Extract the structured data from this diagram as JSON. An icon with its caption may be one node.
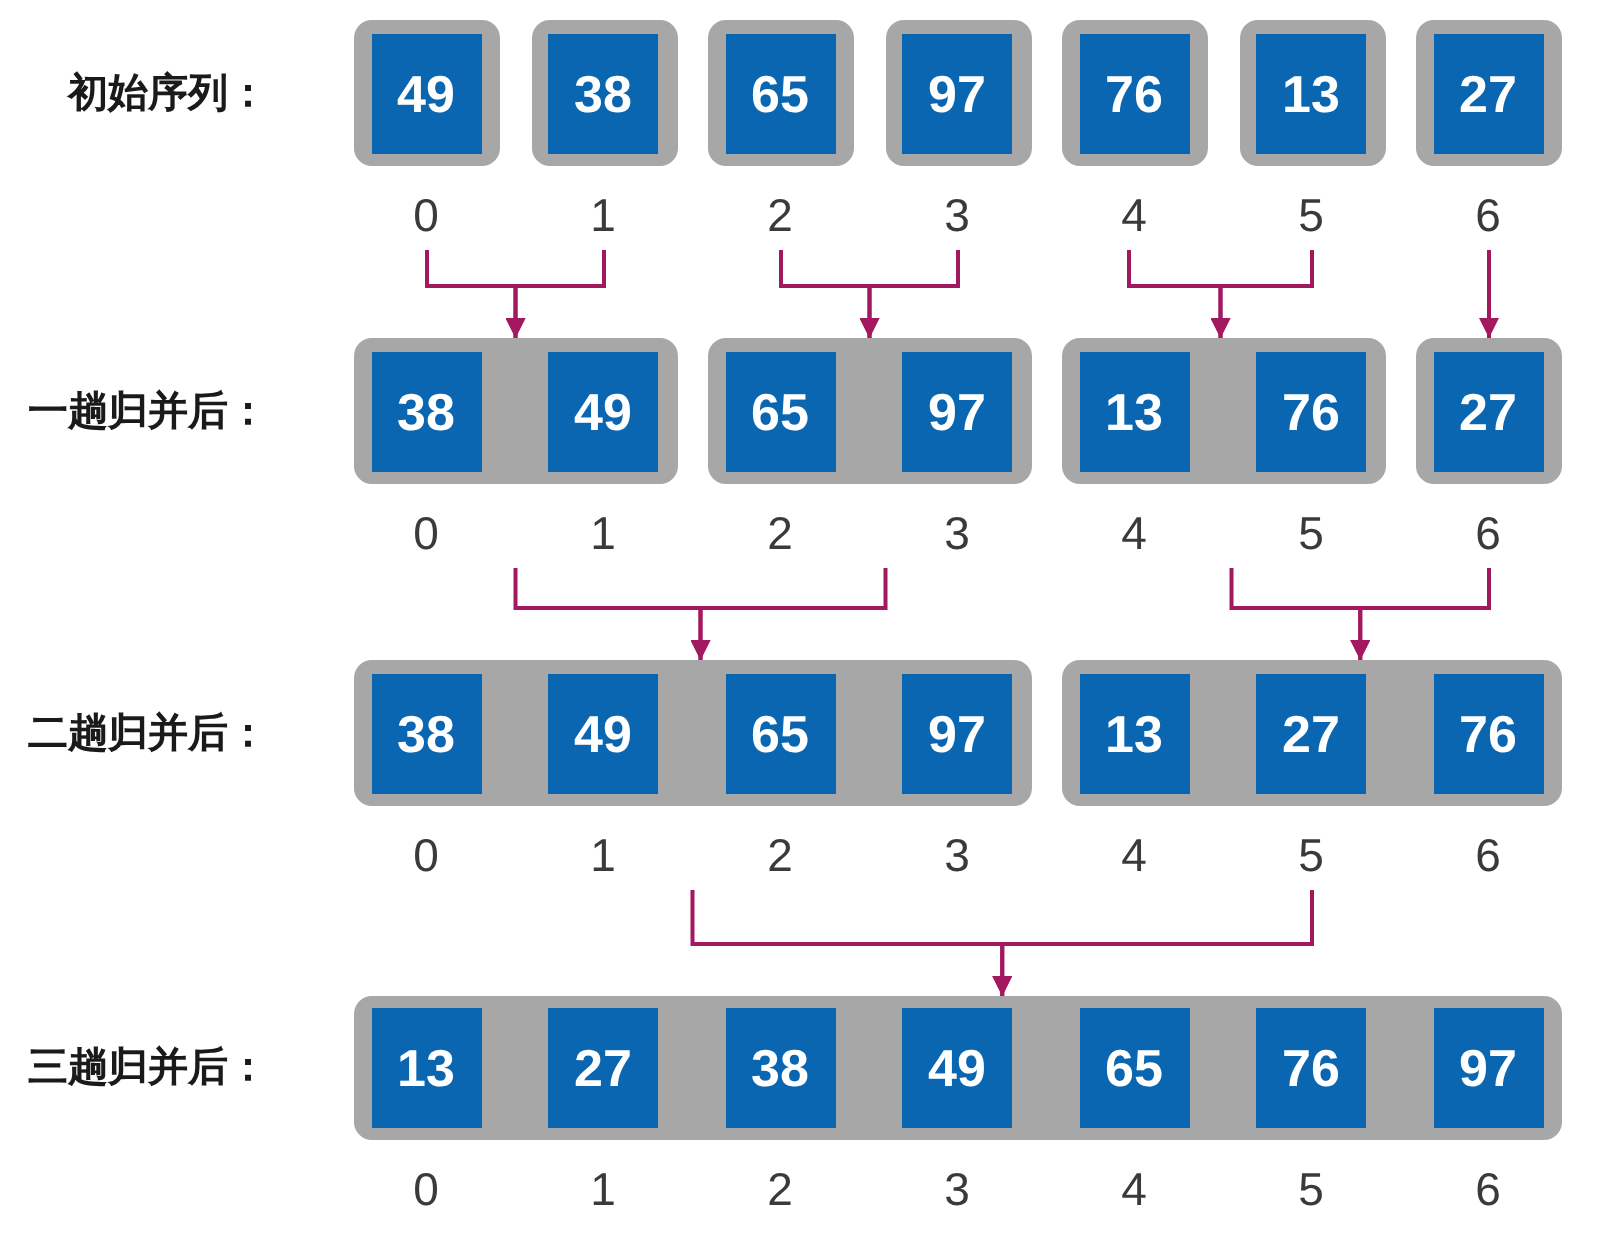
{
  "diagram": {
    "nodes": [
      {
        "text": [],
        "shape": "box"
      },
      {
        "text": [
          "49"
        ],
        "in": 0
      },
      {
        "text": [],
        "shape": "box"
      },
      {
        "text": [
          "38"
        ],
        "in": 2
      },
      {
        "text": [],
        "shape": "box"
      },
      {
        "text": [
          "65"
        ],
        "in": 4
      },
      {
        "text": [],
        "shape": "box"
      },
      {
        "text": [
          "97"
        ],
        "in": 6
      },
      {
        "text": [],
        "shape": "box"
      },
      {
        "text": [
          "76"
        ],
        "in": 8
      },
      {
        "text": [],
        "shape": "box"
      },
      {
        "text": [
          "13"
        ],
        "in": 10
      },
      {
        "text": [],
        "shape": "box"
      },
      {
        "text": [
          "27"
        ],
        "in": 12
      },
      {
        "text": [],
        "shape": "box"
      },
      {
        "text": [
          "38"
        ],
        "in": 14
      },
      {
        "text": [
          "49"
        ],
        "in": 14
      },
      {
        "text": [],
        "shape": "box"
      },
      {
        "text": [
          "65"
        ],
        "in": 17
      },
      {
        "text": [
          "97"
        ],
        "in": 17
      },
      {
        "text": [],
        "shape": "box"
      },
      {
        "text": [
          "13"
        ],
        "in": 20
      },
      {
        "text": [
          "76"
        ],
        "in": 20
      },
      {
        "text": [],
        "shape": "box"
      },
      {
        "text": [
          "27"
        ],
        "in": 23
      },
      {
        "text": [],
        "shape": "box"
      },
      {
        "text": [
          "38"
        ],
        "in": 25
      },
      {
        "text": [
          "49"
        ],
        "in": 25
      },
      {
        "text": [
          "65"
        ],
        "in": 25
      },
      {
        "text": [
          "97"
        ],
        "in": 25
      },
      {
        "text": [],
        "shape": "box"
      },
      {
        "text": [
          "13"
        ],
        "in": 30
      },
      {
        "text": [
          "27"
        ],
        "in": 30
      },
      {
        "text": [
          "76"
        ],
        "in": 30
      },
      {
        "text": [],
        "shape": "box"
      },
      {
        "text": [
          "13"
        ],
        "in": 34
      },
      {
        "text": [
          "27"
        ],
        "in": 34
      },
      {
        "text": [
          "38"
        ],
        "in": 34
      },
      {
        "text": [
          "49"
        ],
        "in": 34
      },
      {
        "text": [
          "65"
        ],
        "in": 34
      },
      {
        "text": [
          "76"
        ],
        "in": 34
      },
      {
        "text": [
          "97"
        ],
        "in": 34
      }
    ],
    "edges": [
      {
        "from": 0,
        "to": 14,
        "arrow": "to"
      },
      {
        "from": 2,
        "to": 14,
        "arrow": "to"
      },
      {
        "from": 4,
        "to": 17,
        "arrow": "to"
      },
      {
        "from": 6,
        "to": 17,
        "arrow": "to"
      },
      {
        "from": 8,
        "to": 20,
        "arrow": "to"
      },
      {
        "from": 10,
        "to": 20,
        "arrow": "to"
      },
      {
        "from": 12,
        "to": 23,
        "arrow": "to"
      },
      {
        "from": 14,
        "to": 25,
        "arrow": "to"
      },
      {
        "from": 17,
        "to": 25,
        "arrow": "to"
      },
      {
        "from": 20,
        "to": 30,
        "arrow": "to"
      },
      {
        "from": 23,
        "to": 30,
        "arrow": "to"
      },
      {
        "from": 25,
        "to": 34,
        "arrow": "to"
      },
      {
        "from": 30,
        "to": 34,
        "arrow": "to"
      }
    ],
    "labels": [
      "初始序列：",
      "0",
      "1",
      "2",
      "3",
      "4",
      "5",
      "6",
      "一趟归并后：",
      "0",
      "1",
      "2",
      "3",
      "4",
      "5",
      "6",
      "二趟归并后：",
      "0",
      "1",
      "2",
      "3",
      "4",
      "5",
      "6",
      "三趟归并后：",
      "0",
      "1",
      "2",
      "3",
      "4",
      "5",
      "6"
    ]
  }
}
